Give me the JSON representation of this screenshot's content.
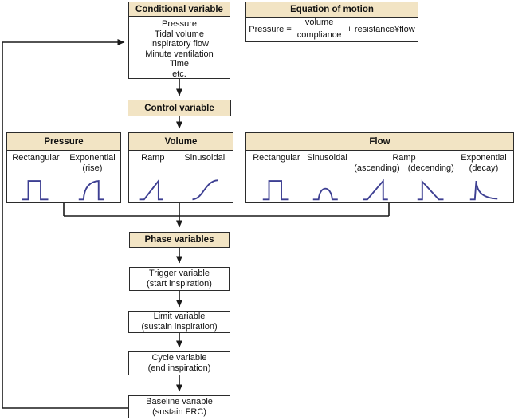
{
  "colors": {
    "header_fill": "#f2e4c4",
    "border": "#2b2b2b",
    "waveform_stroke": "#3d3f92",
    "text": "#111111",
    "background": "#ffffff"
  },
  "conditional": {
    "title": "Conditional variable",
    "items": [
      "Pressure",
      "Tidal volume",
      "Inspiratory flow",
      "Minute ventilation",
      "Time",
      "etc."
    ]
  },
  "equation": {
    "title": "Equation of motion",
    "lhs": "Pressure =",
    "numerator": "volume",
    "denominator": "compliance",
    "rhs": "+ resistance¥flow"
  },
  "control": {
    "title": "Control variable"
  },
  "pressure_box": {
    "title": "Pressure",
    "waveforms": [
      {
        "label": "Rectangular",
        "sublabel": "",
        "icon": "rectangular-pulse-waveform"
      },
      {
        "label": "Exponential",
        "sublabel": "(rise)",
        "icon": "exponential-rise-waveform"
      }
    ]
  },
  "volume_box": {
    "title": "Volume",
    "waveforms": [
      {
        "label": "Ramp",
        "sublabel": "",
        "icon": "ramp-waveform"
      },
      {
        "label": "Sinusoidal",
        "sublabel": "",
        "icon": "sigmoid-waveform"
      }
    ]
  },
  "flow_box": {
    "title": "Flow",
    "waveforms": [
      {
        "label": "Rectangular",
        "sublabel": "",
        "icon": "rectangular-pulse-waveform"
      },
      {
        "label": "Sinusoidal",
        "sublabel": "",
        "icon": "half-sine-waveform"
      },
      {
        "label": "Ramp",
        "sublabel_ascending": "(ascending)",
        "sublabel_descending": "(decending)",
        "icon_ascending": "ramp-ascending-waveform",
        "icon_descending": "ramp-descending-waveform"
      },
      {
        "label": "Exponential",
        "sublabel": "(decay)",
        "icon": "exponential-decay-waveform"
      }
    ]
  },
  "phase": {
    "title": "Phase variables"
  },
  "chain": [
    {
      "line1": "Trigger variable",
      "line2": "(start inspiration)"
    },
    {
      "line1": "Limit variable",
      "line2": "(sustain inspiration)"
    },
    {
      "line1": "Cycle variable",
      "line2": "(end inspiration)"
    },
    {
      "line1": "Baseline variable",
      "line2": "(sustain FRC)"
    }
  ]
}
